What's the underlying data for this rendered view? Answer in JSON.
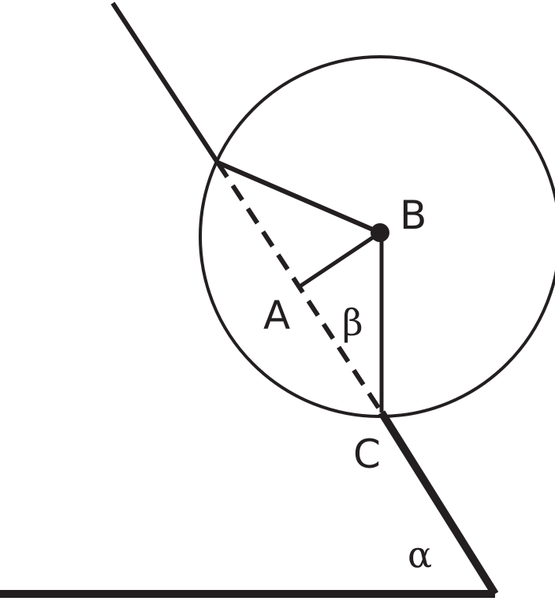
{
  "labels": {
    "a": "A",
    "b": "B",
    "c": "C",
    "alpha": "α",
    "beta": "β"
  },
  "colors": {
    "stroke": "#231f20",
    "background": "#ffffff"
  }
}
